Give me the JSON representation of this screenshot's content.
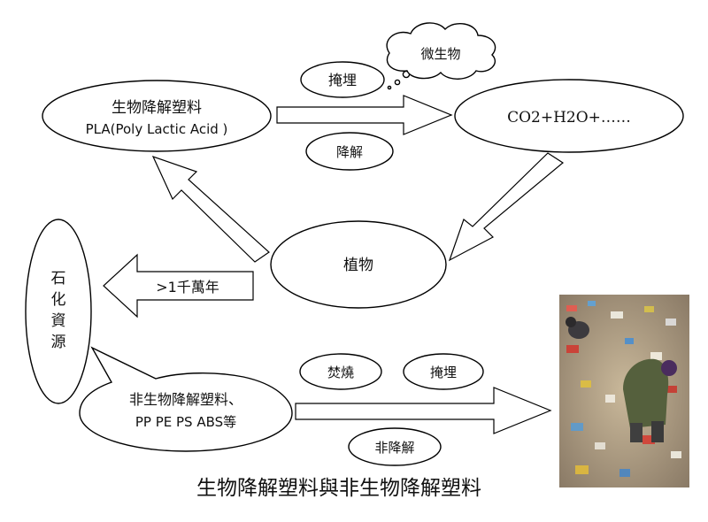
{
  "nodes": {
    "bio_plastic": {
      "line1": "生物降解塑料",
      "line2": "PLA(Poly Lactic Acid )"
    },
    "products": {
      "label": "CO2+H2O+……"
    },
    "plant": {
      "label": "植物"
    },
    "fossil": {
      "chars": [
        "石",
        "化",
        "資",
        "源"
      ]
    },
    "non_bio_plastic": {
      "line1": "非生物降解塑料、",
      "line2": "PP PE PS ABS等"
    }
  },
  "labels": {
    "bury_top": "掩埋",
    "microbes": "微生物",
    "degrade": "降解",
    "million_years": ">1千萬年",
    "incinerate": "焚燒",
    "bury_bottom": "掩埋",
    "non_degrade": "非降解"
  },
  "title": "生物降解塑料與非生物降解塑料",
  "colors": {
    "line": "#000000",
    "fill": "#ffffff",
    "text": "#111111"
  }
}
